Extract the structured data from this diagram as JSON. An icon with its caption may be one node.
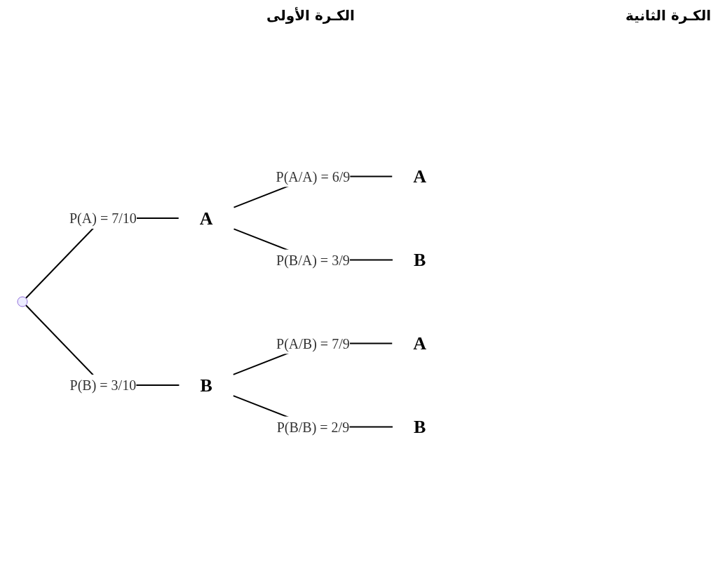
{
  "diagram": {
    "nodes": [
      {
        "text": [],
        "shape": "point"
      },
      {
        "text": [
          "A"
        ]
      },
      {
        "text": [
          "B"
        ]
      },
      {
        "text": [
          "A"
        ]
      },
      {
        "text": [
          "B"
        ]
      },
      {
        "text": [
          "A"
        ]
      },
      {
        "text": [
          "B"
        ]
      }
    ],
    "edges": [
      {
        "from": 0,
        "to": 1,
        "arrow": "none",
        "label": "P(A) = 7/10"
      },
      {
        "from": 0,
        "to": 2,
        "arrow": "none",
        "label": "P(B) = 3/10"
      },
      {
        "from": 1,
        "to": 3,
        "arrow": "none",
        "label": "P(A/A) = 6/9"
      },
      {
        "from": 1,
        "to": 4,
        "arrow": "none",
        "label": "P(B/A) = 3/9"
      },
      {
        "from": 2,
        "to": 5,
        "arrow": "none",
        "label": "P(A/B) = 7/9"
      },
      {
        "from": 2,
        "to": 6,
        "arrow": "none",
        "label": "P(B/B) = 2/9"
      }
    ],
    "labels": [
      "الكـرة الثانية",
      "الكـرة الأولى"
    ]
  }
}
